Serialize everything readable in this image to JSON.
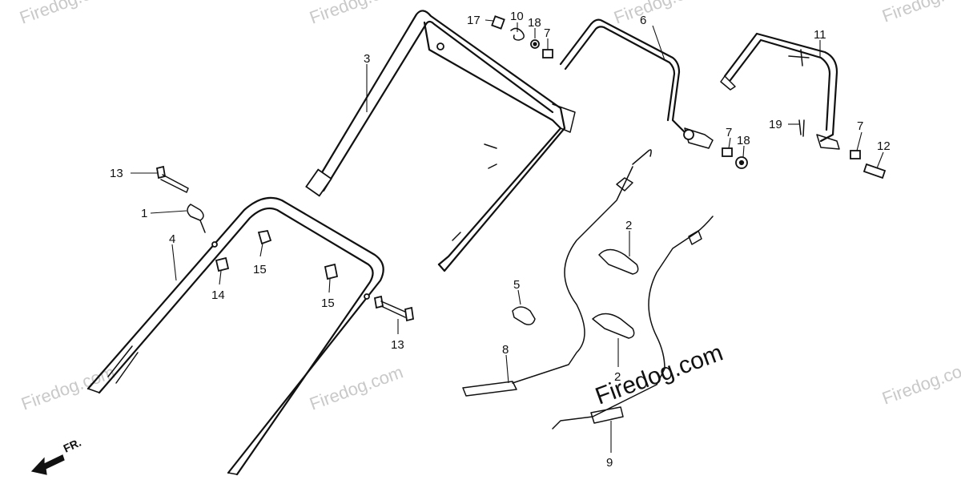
{
  "watermark": {
    "text": "Firedog.com",
    "center_text": "Firedog.com"
  },
  "front_indicator": {
    "label": "FR."
  },
  "callouts": {
    "c1": "1",
    "c2a": "2",
    "c2b": "2",
    "c3": "3",
    "c4": "4",
    "c5": "5",
    "c6": "6",
    "c7a": "7",
    "c7b": "7",
    "c7c": "7",
    "c8": "8",
    "c9": "9",
    "c10": "10",
    "c11": "11",
    "c12": "12",
    "c13a": "13",
    "c13b": "13",
    "c14": "14",
    "c15a": "15",
    "c15b": "15",
    "c17": "17",
    "c18a": "18",
    "c18b": "18",
    "c19": "19"
  },
  "colors": {
    "line": "#111111",
    "watermark": "#c9c9c9",
    "background": "#ffffff"
  }
}
